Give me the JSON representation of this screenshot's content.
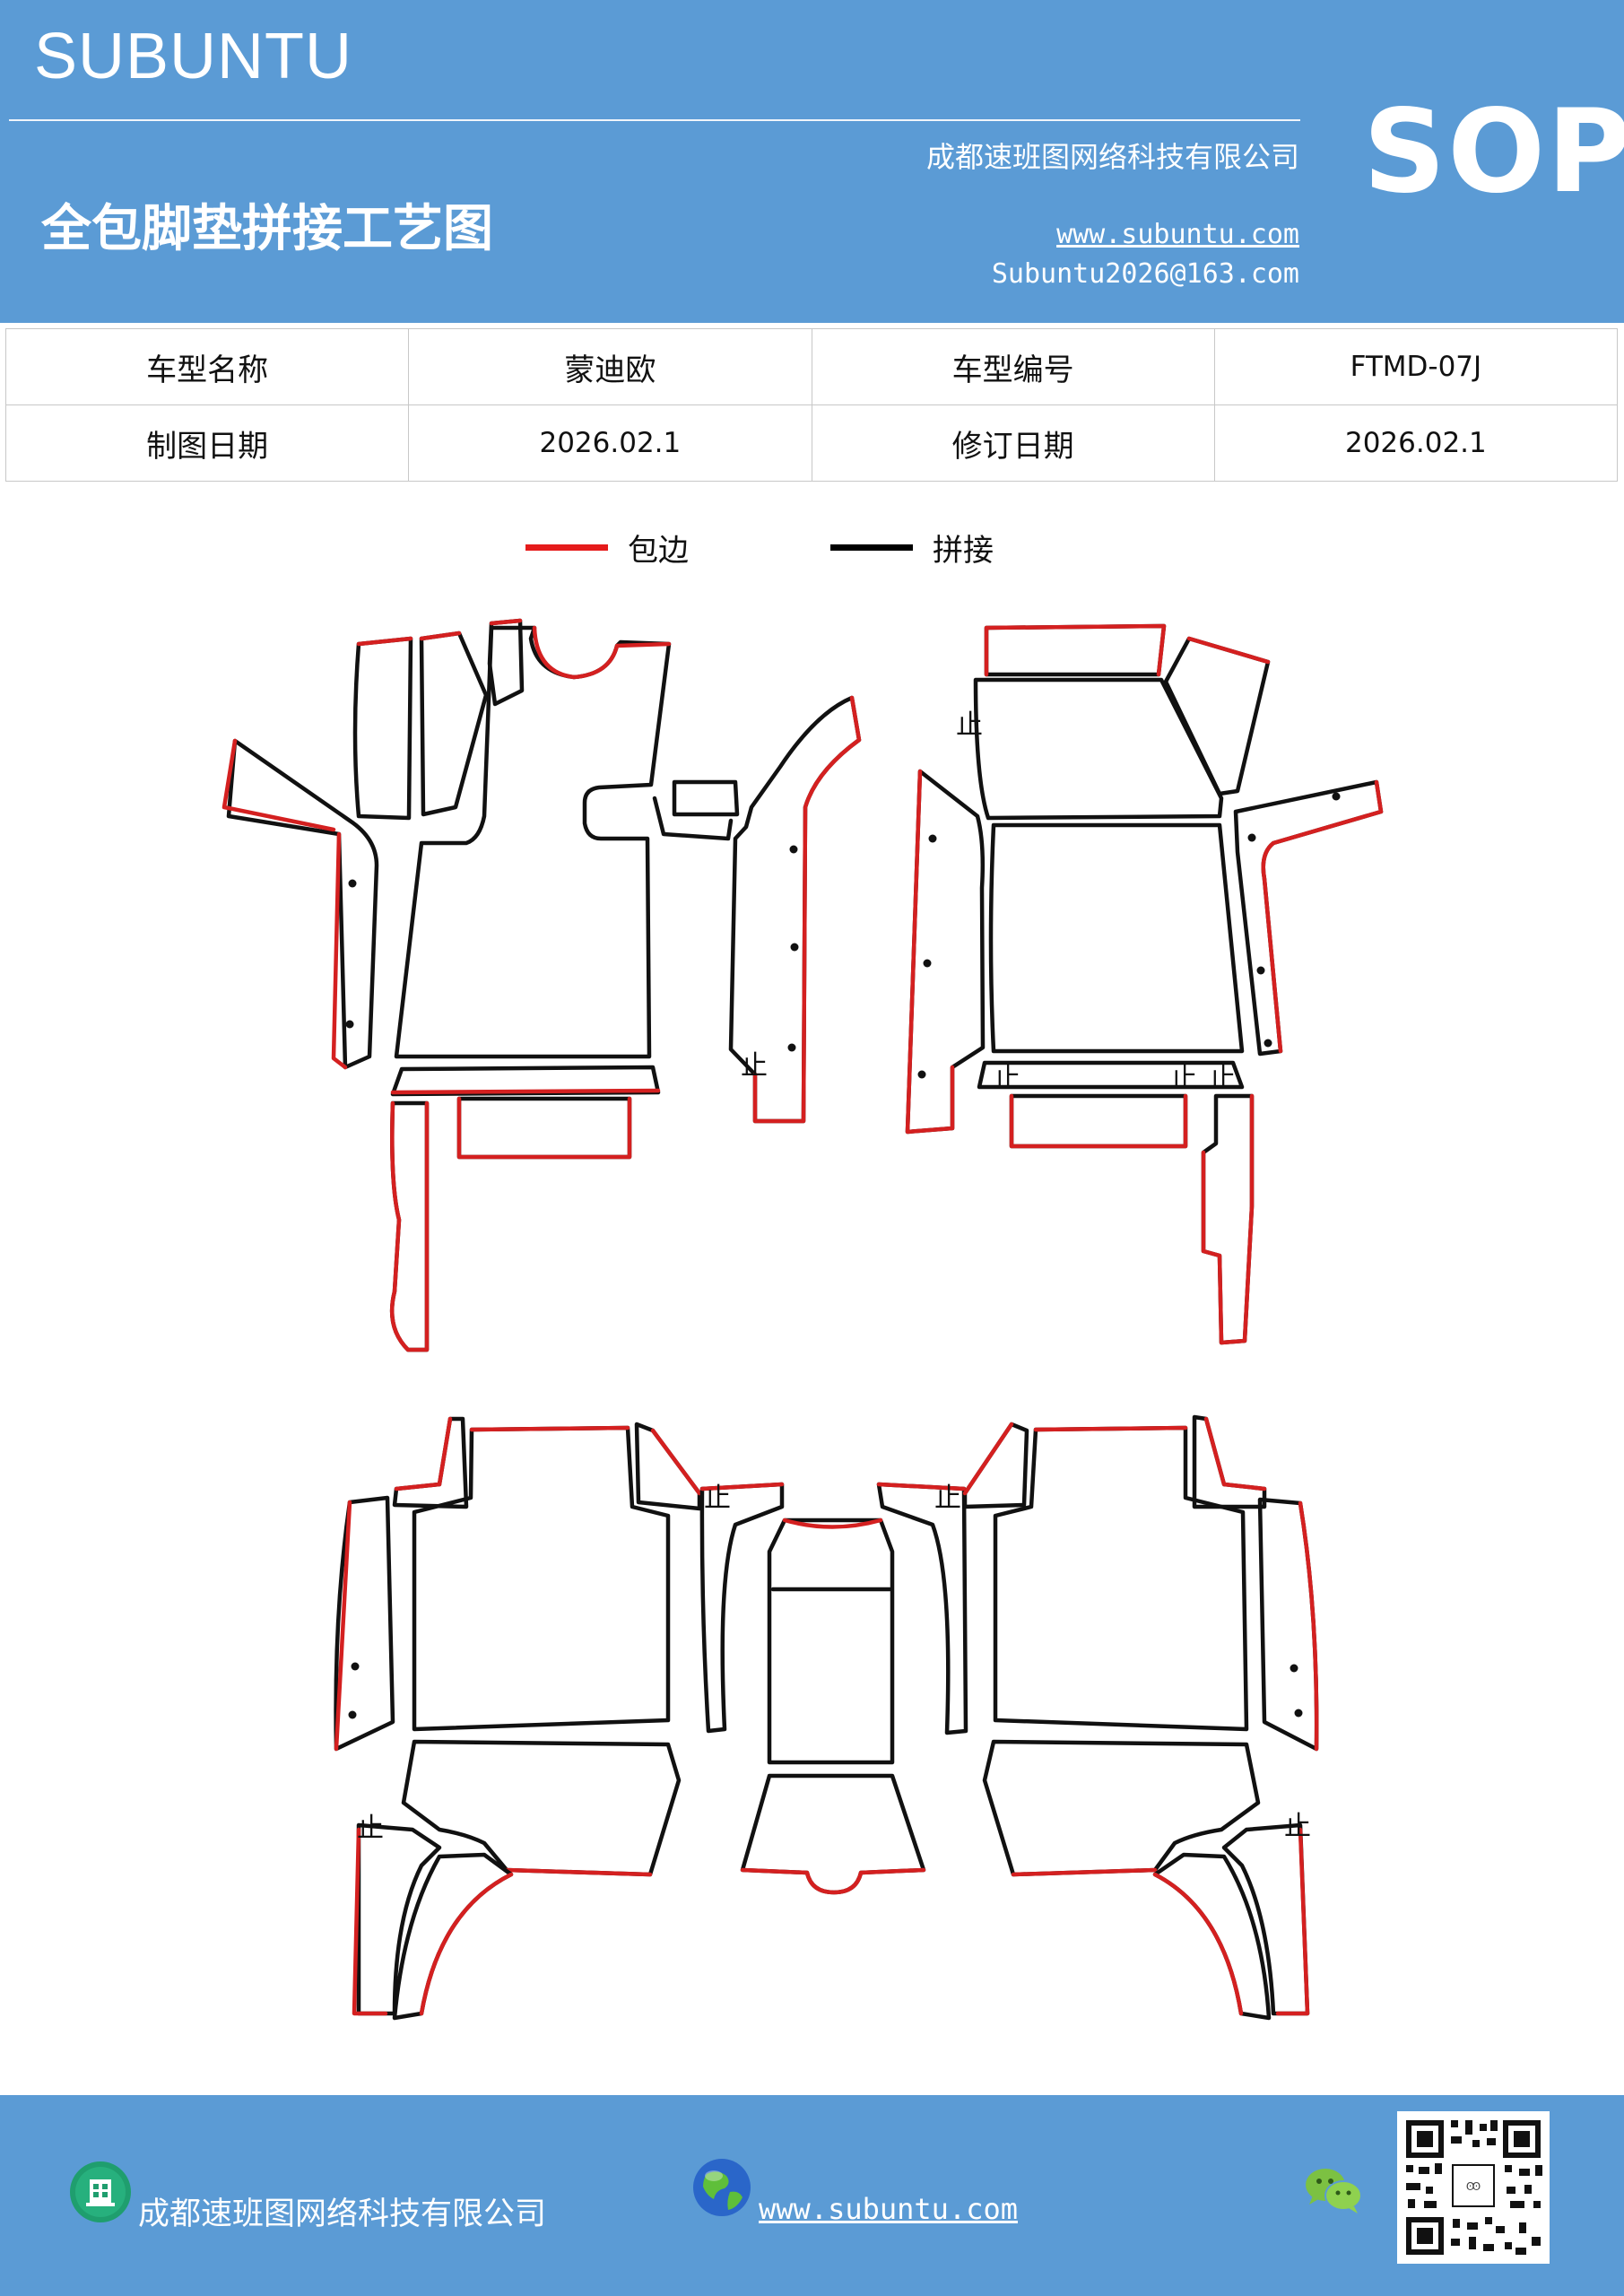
{
  "header": {
    "brand": "SUBUNTU",
    "company": "成都速班图网络科技有限公司",
    "title": "全包脚垫拼接工艺图",
    "website": "www.subuntu.com",
    "email": "Subuntu2026@163.com",
    "badge": "SOP"
  },
  "info_table": {
    "rows": [
      [
        "车型名称",
        "蒙迪欧",
        "车型编号",
        "FTMD-07J"
      ],
      [
        "制图日期",
        "2026.02.1",
        "修订日期",
        "2026.02.1"
      ]
    ]
  },
  "legend": [
    {
      "label": "包边",
      "color": "#e51b1b"
    },
    {
      "label": "拼接",
      "color": "#000000"
    }
  ],
  "drawing": {
    "stop_mark": "止",
    "edge_color": "#d42020",
    "seam_color": "#111111"
  },
  "footer": {
    "company": "成都速班图网络科技有限公司",
    "website": "www.subuntu.com",
    "icons": [
      "building-icon",
      "globe-icon",
      "wechat-icon",
      "qr-code"
    ]
  }
}
